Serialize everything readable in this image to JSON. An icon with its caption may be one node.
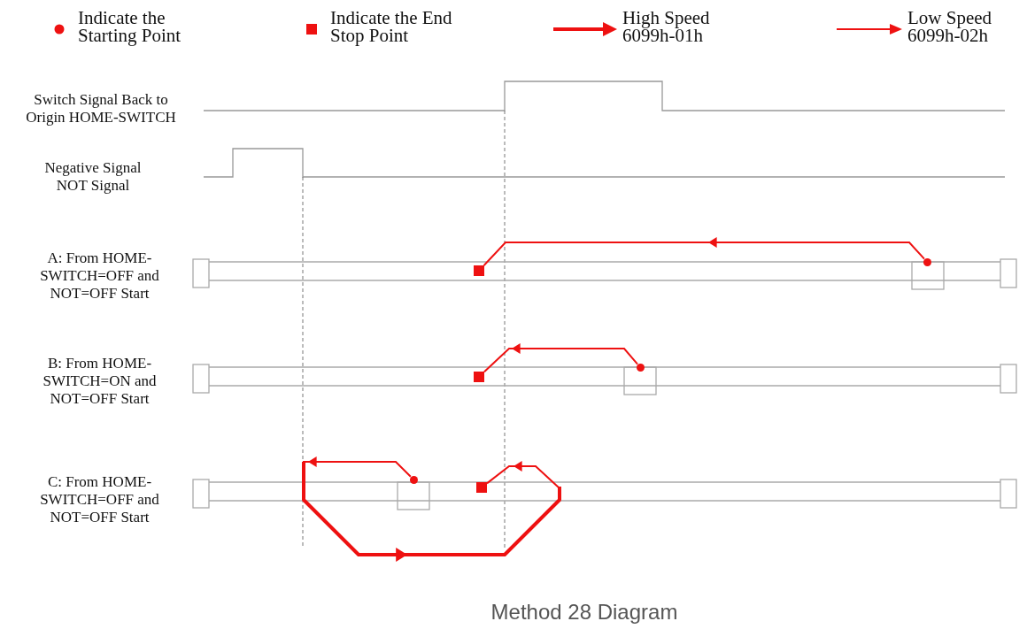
{
  "diagram": {
    "caption": "Method 28 Diagram",
    "nodes": [
      {
        "text": [],
        "shape": "circle"
      },
      {
        "text": [],
        "shape": "box"
      },
      {
        "text": [],
        "shape": "circle"
      },
      {
        "text": [],
        "shape": "box"
      },
      {
        "text": [],
        "shape": "circle"
      },
      {
        "text": [],
        "shape": "box"
      }
    ],
    "edges": [
      {
        "from": 0,
        "to": 1,
        "arrow": "to"
      },
      {
        "from": 2,
        "to": 3,
        "arrow": "to"
      },
      {
        "from": 4,
        "to": 5,
        "arrow": "to"
      }
    ],
    "labels": [
      "Switch Signal Back to Origin HOME-SWITCH",
      "Negative Signal NOT Signal",
      "A: From HOME-SWITCH=OFF and NOT=OFF Start",
      "B: From HOME-SWITCH=ON and NOT=OFF Start",
      "C: From HOME-SWITCH=OFF and NOT=OFF Start"
    ],
    "legend": [
      {
        "text": "Indicate the Starting Point"
      },
      {
        "text": "Indicate the End Stop Point"
      },
      {
        "text": "High Speed 6099h-01h"
      },
      {
        "text": "Low Speed 6099h-02h"
      }
    ]
  }
}
